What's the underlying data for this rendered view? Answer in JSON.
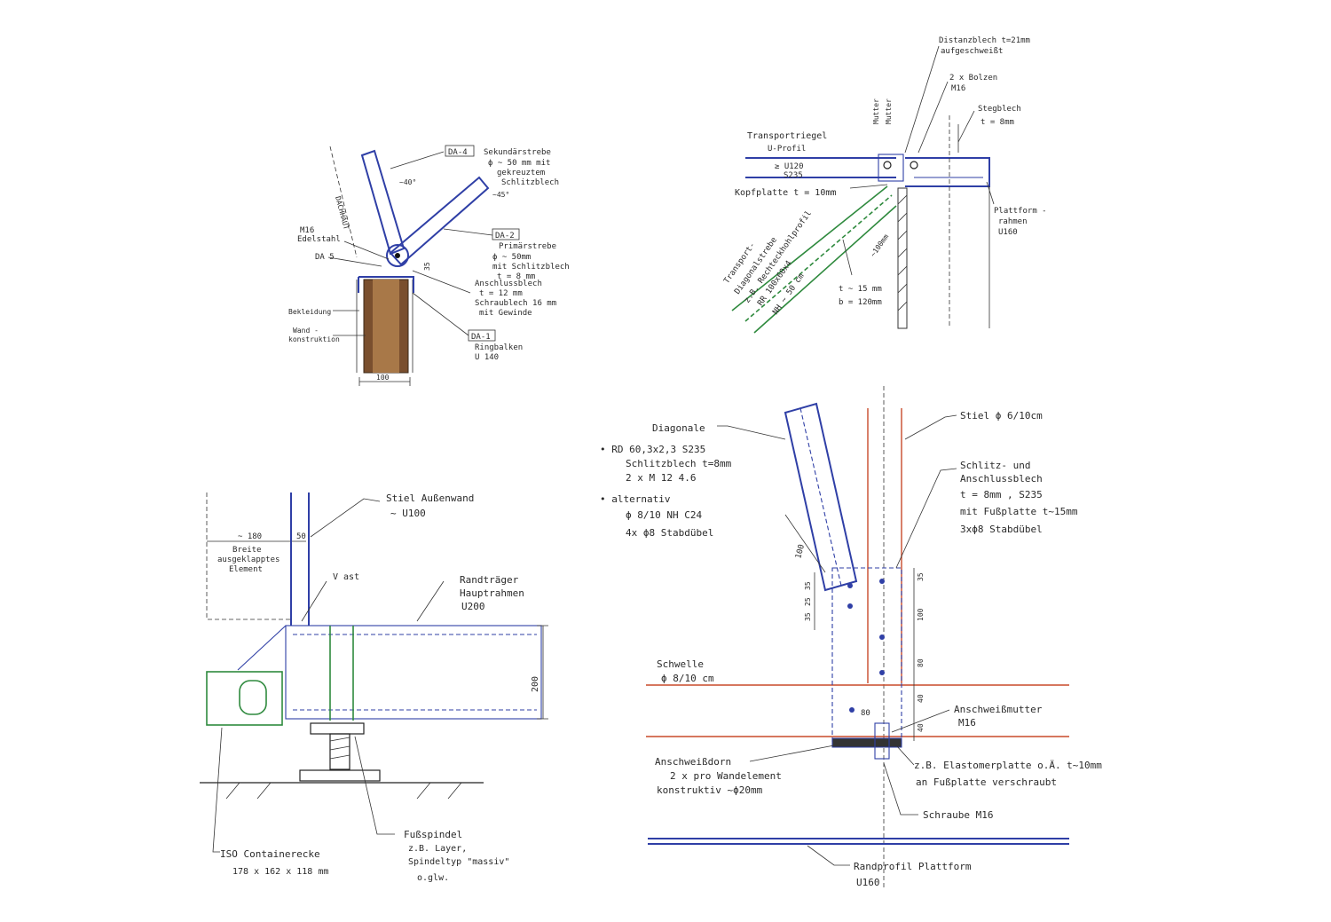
{
  "sheet": {
    "detail_top_left": {
      "labels": [
        {
          "id": "da4-tag",
          "text": "DA-4"
        },
        {
          "id": "sek-strebe",
          "text": "Sekundärstrebe"
        },
        {
          "id": "sek-strebe-2",
          "text": "ϕ ~ 50 mm mit"
        },
        {
          "id": "sek-strebe-3",
          "text": "gekreuztem"
        },
        {
          "id": "sek-strebe-4",
          "text": "Schlitzblech"
        },
        {
          "id": "angle-40",
          "text": "~40°"
        },
        {
          "id": "angle-45",
          "text": "~45°"
        },
        {
          "id": "dachhaut",
          "text": "DACHHAUT"
        },
        {
          "id": "m16",
          "text": "M16"
        },
        {
          "id": "edelstahl",
          "text": "Edelstahl"
        },
        {
          "id": "da5",
          "text": "DA 5"
        },
        {
          "id": "da2-tag",
          "text": "DA-2"
        },
        {
          "id": "primaer",
          "text": "Primärstrebe"
        },
        {
          "id": "primaer-2",
          "text": "ϕ ~ 50mm"
        },
        {
          "id": "primaer-3",
          "text": "mit Schlitzblech"
        },
        {
          "id": "primaer-4",
          "text": "t = 8 mm"
        },
        {
          "id": "dim-35",
          "text": "35"
        },
        {
          "id": "anschluss",
          "text": "Anschlussblech"
        },
        {
          "id": "anschluss-2",
          "text": "t = 12 mm"
        },
        {
          "id": "anschluss-3",
          "text": "Schraublech 16 mm"
        },
        {
          "id": "anschluss-4",
          "text": "mit Gewinde"
        },
        {
          "id": "bekleidung",
          "text": "Bekleidung"
        },
        {
          "id": "wand",
          "text": "Wand -"
        },
        {
          "id": "wand-2",
          "text": "konstruktion"
        },
        {
          "id": "da1-tag",
          "text": "DA-1"
        },
        {
          "id": "ringbalken",
          "text": "Ringbalken"
        },
        {
          "id": "ringbalken-2",
          "text": "U 140"
        },
        {
          "id": "dim-100",
          "text": "100"
        }
      ]
    },
    "detail_top_right": {
      "labels": [
        {
          "id": "distanz",
          "text": "Distanzblech t=21mm"
        },
        {
          "id": "distanz-2",
          "text": "aufgeschweißt"
        },
        {
          "id": "bolzen",
          "text": "2 x Bolzen"
        },
        {
          "id": "bolzen-2",
          "text": "M16"
        },
        {
          "id": "mutter1",
          "text": "Mutter"
        },
        {
          "id": "mutter2",
          "text": "Mutter"
        },
        {
          "id": "stegblech",
          "text": "Stegblech"
        },
        {
          "id": "stegblech-2",
          "text": "t = 8mm"
        },
        {
          "id": "transport",
          "text": "Transportriegel"
        },
        {
          "id": "transport-2",
          "text": "U-Profil"
        },
        {
          "id": "transport-3",
          "text": "≥ U120"
        },
        {
          "id": "transport-4",
          "text": "S235"
        },
        {
          "id": "kopfplatte",
          "text": "Kopfplatte t = 10mm"
        },
        {
          "id": "plattform",
          "text": "Plattform -"
        },
        {
          "id": "plattform-2",
          "text": "rahmen"
        },
        {
          "id": "plattform-3",
          "text": "U160"
        },
        {
          "id": "diag1",
          "text": "Transport-"
        },
        {
          "id": "diag2",
          "text": "Diagonalstrebe"
        },
        {
          "id": "diag3",
          "text": "z.B. Rechteckhohlprofil"
        },
        {
          "id": "diag4",
          "text": "RR 100x60x4"
        },
        {
          "id": "diag5",
          "text": "NH ~ 50 cm"
        },
        {
          "id": "dim-100b",
          "text": "~100mm"
        },
        {
          "id": "t15",
          "text": "t ~ 15 mm"
        },
        {
          "id": "b120",
          "text": "b = 120mm"
        }
      ]
    },
    "detail_bottom_left": {
      "labels": [
        {
          "id": "stiel-aussen",
          "text": "Stiel Außenwand"
        },
        {
          "id": "stiel-aussen-2",
          "text": "~ U100"
        },
        {
          "id": "dim-180",
          "text": "~ 180"
        },
        {
          "id": "dim-50",
          "text": "50"
        },
        {
          "id": "breite",
          "text": "Breite"
        },
        {
          "id": "breite-2",
          "text": "ausgeklapptes"
        },
        {
          "id": "breite-3",
          "text": "Element"
        },
        {
          "id": "v-ast",
          "text": "V ast"
        },
        {
          "id": "randtraeger",
          "text": "Randträger"
        },
        {
          "id": "randtraeger-2",
          "text": "Hauptrahmen"
        },
        {
          "id": "randtraeger-3",
          "text": "U200"
        },
        {
          "id": "dim-200",
          "text": "200"
        },
        {
          "id": "iso",
          "text": "ISO Containerecke"
        },
        {
          "id": "iso-2",
          "text": "178 x 162 x 118 mm"
        },
        {
          "id": "fuss",
          "text": "Fußspindel"
        },
        {
          "id": "fuss-2",
          "text": "z.B. Layer,"
        },
        {
          "id": "fuss-3",
          "text": "Spindeltyp \"massiv\""
        },
        {
          "id": "fuss-4",
          "text": "o.glw."
        }
      ]
    },
    "detail_bottom_right": {
      "labels": [
        {
          "id": "diagonale",
          "text": "Diagonale"
        },
        {
          "id": "rd1",
          "text": "• RD 60,3x2,3   S235"
        },
        {
          "id": "rd2",
          "text": "Schlitzblech t=8mm"
        },
        {
          "id": "rd3",
          "text": "2 x M 12   4.6"
        },
        {
          "id": "alt1",
          "text": "• alternativ"
        },
        {
          "id": "alt2",
          "text": "ϕ 8/10 NH C24"
        },
        {
          "id": "alt3",
          "text": "4x ϕ8 Stabdübel"
        },
        {
          "id": "stiel",
          "text": "Stiel ϕ 6/10cm"
        },
        {
          "id": "schlitz1",
          "text": "Schlitz- und"
        },
        {
          "id": "schlitz2",
          "text": "Anschlussblech"
        },
        {
          "id": "schlitz3",
          "text": "t = 8mm , S235"
        },
        {
          "id": "schlitz4",
          "text": "mit Fußplatte t~15mm"
        },
        {
          "id": "schlitz5",
          "text": "3xϕ8 Stabdübel"
        },
        {
          "id": "dim-100c",
          "text": "100"
        },
        {
          "id": "dim-35a",
          "text": "35"
        },
        {
          "id": "dim-25a",
          "text": "25"
        },
        {
          "id": "dim-35b",
          "text": "35"
        },
        {
          "id": "dim-35c",
          "text": "35"
        },
        {
          "id": "dim-100d",
          "text": "100"
        },
        {
          "id": "dim-80a",
          "text": "80"
        },
        {
          "id": "dim-40a",
          "text": "40"
        },
        {
          "id": "dim-40b",
          "text": "40"
        },
        {
          "id": "dim-80b",
          "text": "80"
        },
        {
          "id": "schwelle",
          "text": "Schwelle"
        },
        {
          "id": "schwelle-2",
          "text": "ϕ 8/10 cm"
        },
        {
          "id": "mutter",
          "text": "Anschweißmutter"
        },
        {
          "id": "mutter-2",
          "text": "M16"
        },
        {
          "id": "dorn",
          "text": "Anschweißdorn"
        },
        {
          "id": "dorn-2",
          "text": "2 x pro Wandelement"
        },
        {
          "id": "dorn-3",
          "text": "konstruktiv ~ϕ20mm"
        },
        {
          "id": "elast",
          "text": "z.B. Elastomerplatte o.Ä. t~10mm"
        },
        {
          "id": "elast-2",
          "text": "an Fußplatte verschraubt"
        },
        {
          "id": "schraube",
          "text": "Schraube M16"
        },
        {
          "id": "randprofil",
          "text": "Randprofil Plattform"
        },
        {
          "id": "randprofil-2",
          "text": "U160"
        }
      ]
    }
  }
}
